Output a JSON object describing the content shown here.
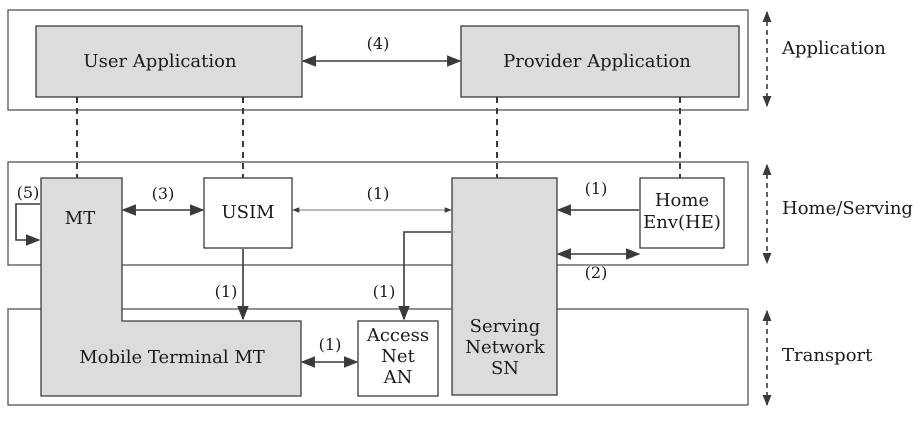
{
  "layers": {
    "application": "Application",
    "home_serving": "Home/Serving",
    "transport": "Transport"
  },
  "boxes": {
    "user_app": "User Application",
    "provider_app": "Provider Application",
    "mt": "MT",
    "usim": "USIM",
    "home_env": [
      "Home",
      "Env(HE)"
    ],
    "mobile_terminal": "Mobile Terminal MT",
    "access_net": [
      "Access",
      "Net",
      "AN"
    ],
    "serving_network": [
      "Serving",
      "Network",
      "SN"
    ]
  },
  "links": {
    "app_link": "(4)",
    "mt_usim": "(3)",
    "usim_sn": "(1)",
    "he_sn_top": "(1)",
    "he_sn_bottom": "(2)",
    "mt_self": "(5)",
    "usim_down": "(1)",
    "sn_an": "(1)",
    "mt_an": "(1)"
  },
  "colors": {
    "box_fill": "#dcdcdc",
    "white_fill": "#ffffff",
    "line": "#3a3a3a"
  }
}
